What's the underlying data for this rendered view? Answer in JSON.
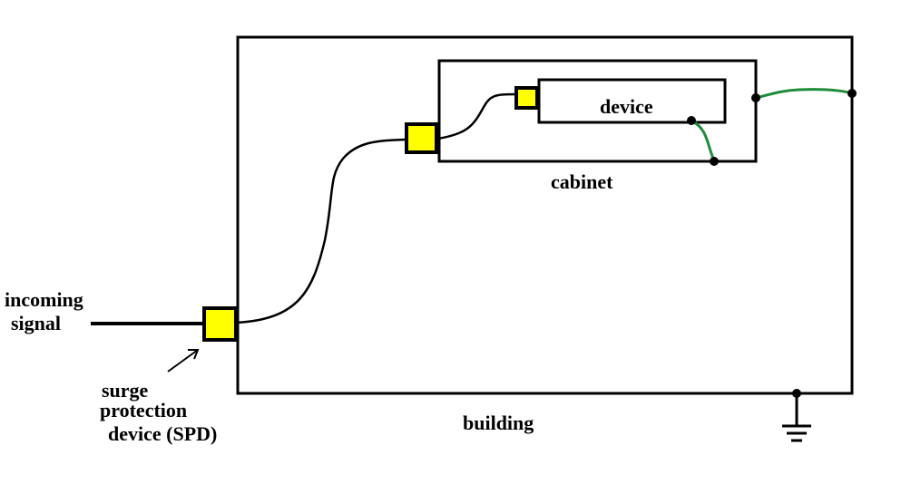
{
  "labels": {
    "device": "device",
    "cabinet": "cabinet",
    "building": "building",
    "incoming_line1": "incoming",
    "incoming_line2": "signal",
    "spd_line1": "surge",
    "spd_line2": "protection",
    "spd_line3": "device (SPD)"
  },
  "colors": {
    "outline": "#000000",
    "spd_fill": "#ffff00",
    "ground_wire": "#1e8c3a",
    "background": "#ffffff"
  },
  "icons": {
    "ground": "ground-symbol-icon",
    "arrow": "arrow-icon"
  }
}
